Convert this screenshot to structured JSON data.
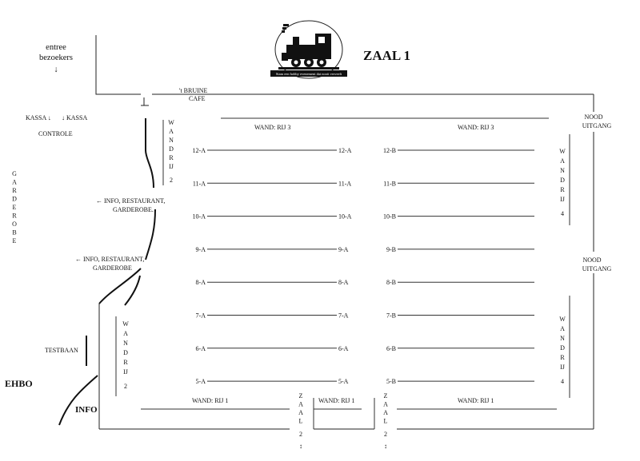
{
  "title": "ZAAL 1",
  "logo": {
    "caption": "Stam een hobby evenement dat nooit verveelt"
  },
  "labels": {
    "entree_line1": "entree",
    "entree_line2": "bezoekers",
    "entree_arrow": "↓",
    "kassa_left": "KASSA ↓",
    "kassa_right": "↓ KASSA",
    "controle": "CONTROLE",
    "garderobe_vertical": "GARDEROBE",
    "bruine_line1": "'t BRUINE",
    "bruine_line2": "CAFE",
    "info1_line1": "← INFO, RESTAURANT,",
    "info1_line2": "GARDEROBE.",
    "info2_line1": "← INFO, RESTAURANT,",
    "info2_line2": "GARDEROBE",
    "testbaan": "TESTBAAN",
    "ehbo": "EHBO",
    "info": "INFO",
    "nood1_line1": "NOOD",
    "nood1_line2": "UITGANG",
    "nood2_line1": "NOOD",
    "nood2_line2": "UITGANG",
    "wand_rij_3_left": "WAND:  RIJ 3",
    "wand_rij_3_right": "WAND:  RIJ 3",
    "wand_rij_1_left": "WAND:  RIJ 1",
    "wand_rij_1_mid": "WAND:  RIJ 1",
    "wand_rij_1_right": "WAND:  RIJ 1",
    "wand_rij_2_top": "WANDRIJ2",
    "wand_rij_2_bottom": "WANDRIJ2",
    "wand_rij_4_top": "WANDRIJ4",
    "wand_rij_4_bottom": "WANDRIJ4",
    "zaal2_left": "ZAAL2",
    "zaal2_right": "ZAAL2",
    "zaal2_arrow": "↕"
  },
  "rows": [
    {
      "a_left": "12-A",
      "a_right": "12-A",
      "b": "12-B"
    },
    {
      "a_left": "11-A",
      "a_right": "11-A",
      "b": "11-B"
    },
    {
      "a_left": "10-A",
      "a_right": "10-A",
      "b": "10-B"
    },
    {
      "a_left": "9-A",
      "a_right": "9-A",
      "b": "9-B"
    },
    {
      "a_left": "8-A",
      "a_right": "8-A",
      "b": "8-B"
    },
    {
      "a_left": "7-A",
      "a_right": "7-A",
      "b": "7-B"
    },
    {
      "a_left": "6-A",
      "a_right": "6-A",
      "b": "6-B"
    },
    {
      "a_left": "5-A",
      "a_right": "5-A",
      "b": "5-B"
    }
  ]
}
